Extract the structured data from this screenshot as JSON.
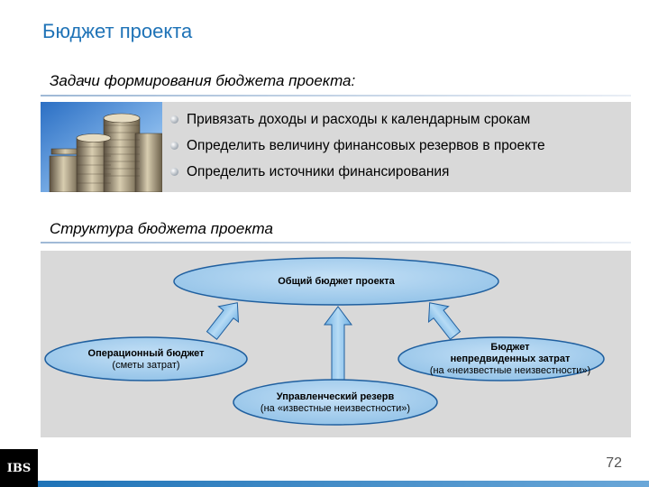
{
  "slide": {
    "title": "Бюджет проекта",
    "page_number": "72"
  },
  "tasks": {
    "heading": "Задачи формирования бюджета проекта:",
    "items": [
      "Привязать доходы и расходы к календарным срокам",
      "Определить величину финансовых резервов в проекте",
      "Определить источники финансирования"
    ]
  },
  "structure": {
    "heading": "Структура бюджета проекта",
    "nodes": {
      "total": "Общий бюджет проекта",
      "operational_line1": "Операционный бюджет",
      "operational_line2": "(сметы затрат)",
      "contingency_line1": "Бюджет",
      "contingency_line2": "непредвиденных затрат",
      "contingency_line3": "(на «неизвестные неизвестности»)",
      "management_line1": "Управленческий резерв",
      "management_line2": "(на «известные неизвестности»)"
    }
  },
  "logo": {
    "text": "IBS"
  },
  "colors": {
    "title": "#1f73b7",
    "panel": "#d9d9d9",
    "ellipse_fill": "#a9cfee",
    "ellipse_stroke": "#1f5f9f",
    "arrow_fill": "#8fc3ea",
    "bar": "#1f73b7"
  }
}
